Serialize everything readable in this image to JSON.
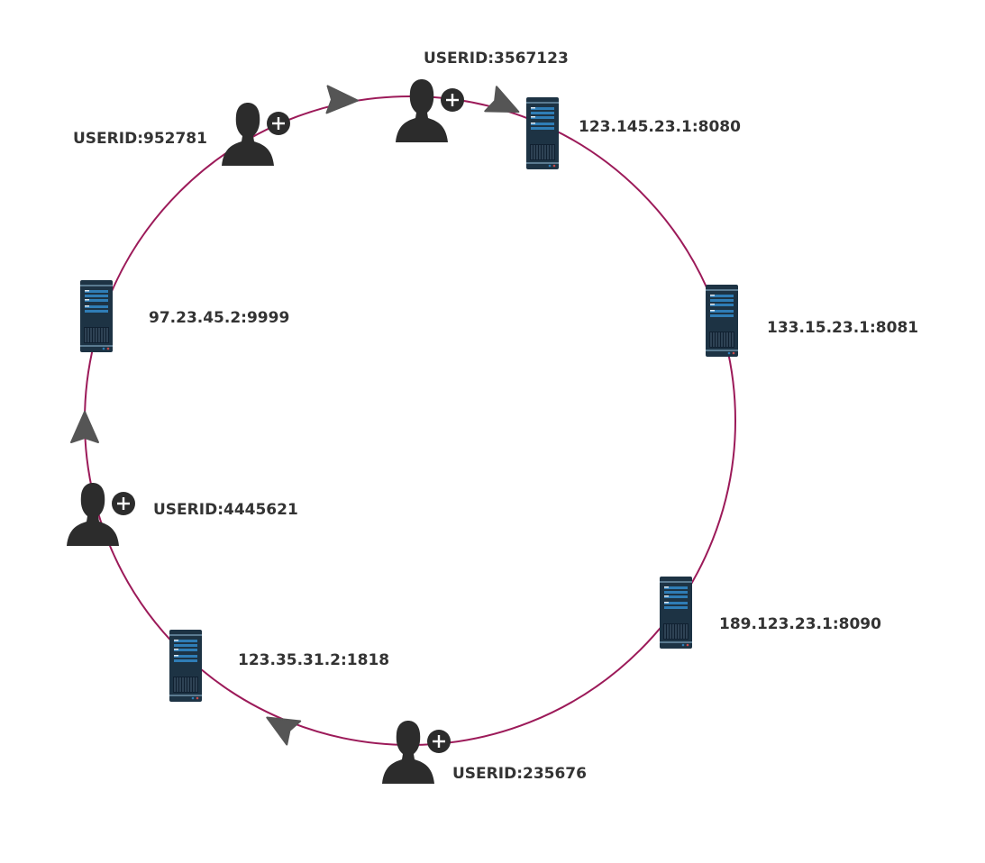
{
  "colors": {
    "ring": "#9c1a59",
    "server_body": "#1d3344",
    "server_accent": "#2f7db6",
    "user": "#2c2c2c",
    "arrow": "#555555",
    "text": "#333333"
  },
  "servers": [
    {
      "label": "123.145.23.1:8080"
    },
    {
      "label": "133.15.23.1:8081"
    },
    {
      "label": "189.123.23.1:8090"
    },
    {
      "label": "123.35.31.2:1818"
    },
    {
      "label": "97.23.45.2:9999"
    }
  ],
  "users": [
    {
      "label": "USERID:3567123"
    },
    {
      "label": "USERID:952781"
    },
    {
      "label": "USERID:4445621"
    },
    {
      "label": "USERID:235676"
    }
  ]
}
